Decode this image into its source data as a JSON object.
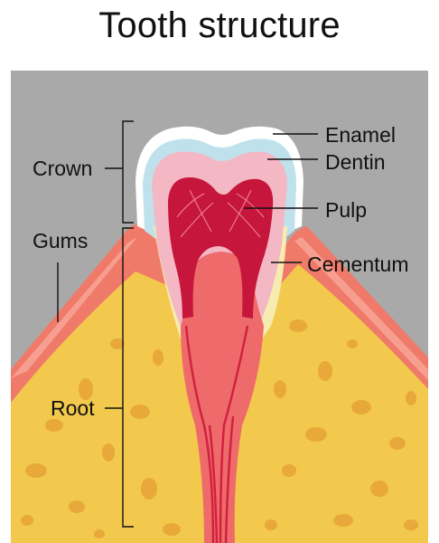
{
  "title": "Tooth structure",
  "labels": {
    "enamel": "Enamel",
    "dentin": "Dentin",
    "pulp": "Pulp",
    "cementum": "Cementum",
    "crown": "Crown",
    "gums": "Gums",
    "root": "Root"
  },
  "colors": {
    "background": "#a9a9a9",
    "bone": "#f2c94c",
    "bone_spots": "#e8a93a",
    "gum": "#f07a6a",
    "gum_highlight": "#f8a99a",
    "enamel": "#ffffff",
    "dentin_outer": "#bfe1ec",
    "dentin": "#f4b7c4",
    "cementum": "#f6ecb0",
    "pulp_chamber": "#c7163b",
    "root_body": "#ef6a6a",
    "nerve": "#d0203f"
  }
}
